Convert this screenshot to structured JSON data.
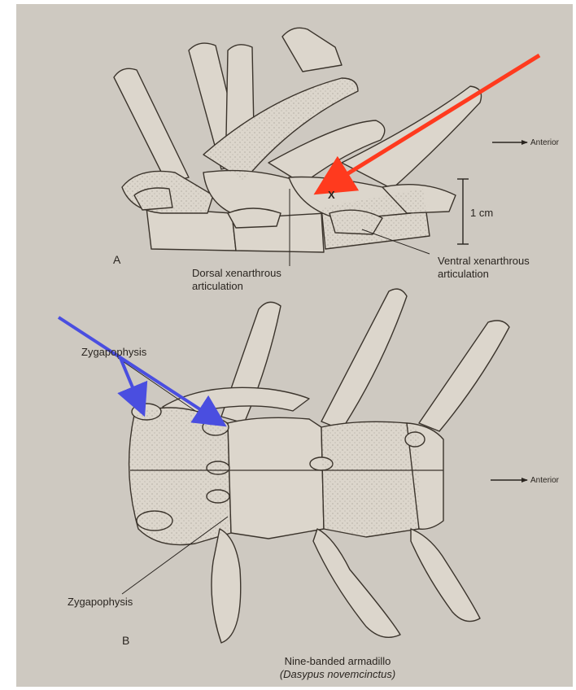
{
  "panel_a": {
    "letter": "A",
    "direction_label": "Anterior",
    "scale_label": "1 cm",
    "x_marker": "X",
    "dorsal_label_line1": "Dorsal xenarthrous",
    "dorsal_label_line2": "articulation",
    "ventral_label_line1": "Ventral xenarthrous",
    "ventral_label_line2": "articulation"
  },
  "panel_b": {
    "letter": "B",
    "direction_label": "Anterior",
    "zygapophysis_top": "Zygapophysis",
    "zygapophysis_bottom": "Zygapophysis"
  },
  "caption": {
    "common_name": "Nine-banded armadillo",
    "scientific_name": "(Dasypus novemcinctus)"
  },
  "colors": {
    "plate": "#cec9c1",
    "bone_fill": "#dcd6cc",
    "bone_stroke": "#3b342c",
    "red_arrow": "#ff3a1e",
    "blue_arrow": "#4a4ee0"
  }
}
